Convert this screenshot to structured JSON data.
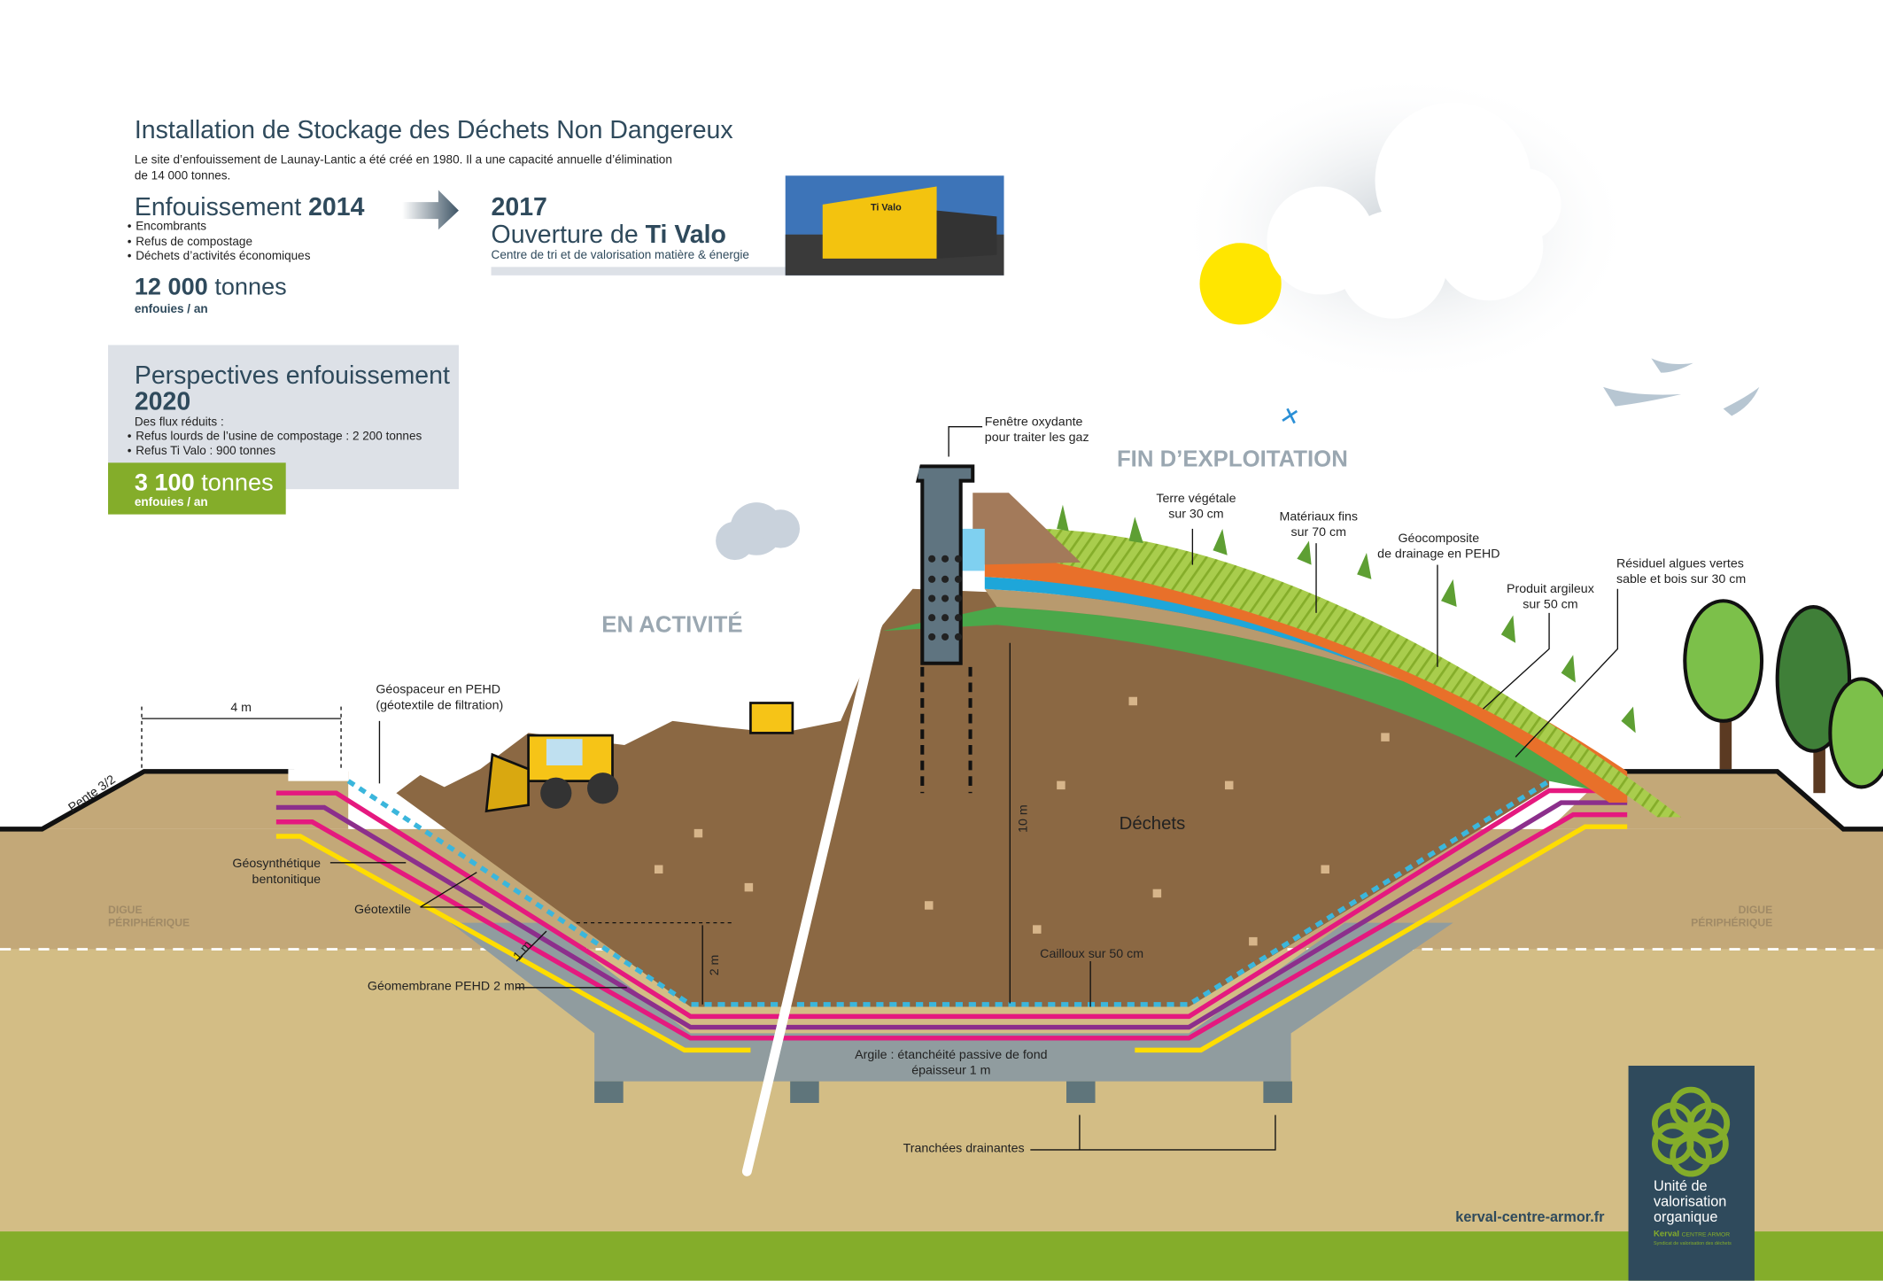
{
  "header": {
    "title": "Installation de Stockage des Déchets Non Dangereux",
    "intro_line1": "Le site d’enfouissement de Launay-Lantic a été créé en 1980. Il a une capacité annuelle d’élimination",
    "intro_line2": "de 14 000 tonnes."
  },
  "enfouissement_2014": {
    "title": "Enfouissement",
    "year": "2014",
    "items": [
      "Encombrants",
      "Refus de compostage",
      "Déchets d’activités économiques"
    ],
    "amount": "12 000",
    "unit": "tonnes",
    "sub": "enfouies / an"
  },
  "tivalo_2017": {
    "year": "2017",
    "title": "Ouverture de",
    "name": "Ti Valo",
    "subtitle": "Centre de tri et de valorisation matière & énergie",
    "photo_sign": "Ti Valo"
  },
  "perspectives_2020": {
    "title": "Perspectives enfouissement",
    "year": "2020",
    "intro": "Des flux réduits :",
    "items": [
      "Refus lourds de l’usine de compostage : 2 200 tonnes",
      "Refus Ti Valo : 900 tonnes"
    ],
    "amount": "3 100",
    "unit": "tonnes",
    "sub": "enfouies / an"
  },
  "zones": {
    "active": "EN ACTIVITÉ",
    "closed": "FIN D’EXPLOITATION"
  },
  "labels": {
    "width_4m": "4 m",
    "pente": "Pente 3/2",
    "geospaceur_1": "Géospaceur en PEHD",
    "geospaceur_2": "(géotextile de filtration)",
    "geosynth_1": "Géosynthétique",
    "geosynth_2": "bentonitique",
    "geotextile": "Géotextile",
    "geomembrane": "Géomembrane PEHD 2 mm",
    "one_m": "1 m",
    "two_m": "2 m",
    "ten_m": "10 m",
    "digue_left_1": "DIGUE",
    "digue_left_2": "PÉRIPHÉRIQUE",
    "digue_right_1": "DIGUE",
    "digue_right_2": "PÉRIPHÉRIQUE",
    "fenetre_1": "Fenêtre oxydante",
    "fenetre_2": "pour traiter les gaz",
    "terre_1": "Terre végétale",
    "terre_2": "sur 30 cm",
    "materiaux_1": "Matériaux fins",
    "materiaux_2": "sur 70 cm",
    "geocomposite_1": "Géocomposite",
    "geocomposite_2": "de drainage en PEHD",
    "argileux_1": "Produit argileux",
    "argileux_2": "sur 50 cm",
    "residuel_1": "Résiduel algues vertes",
    "residuel_2": "sable et bois sur 30 cm",
    "dechets": "Déchets",
    "cailloux": "Cailloux sur 50 cm",
    "argile_1": "Argile : étanchéité passive de fond",
    "argile_2": "épaisseur 1 m",
    "tranchees": "Tranchées drainantes"
  },
  "footer": {
    "url": "kerval-centre-armor.fr",
    "logo_line1": "Unité de",
    "logo_line2": "valorisation",
    "logo_line3": "organique",
    "logo_brand": "Kerval",
    "logo_brand2": "CENTRE ARMOR",
    "logo_tagline": "Syndicat de valorisation des déchets"
  },
  "colors": {
    "title": "#2f4a5c",
    "green": "#84ad2a",
    "waste": "#8b6843",
    "ground_top": "#c3a878",
    "ground_bottom": "#d3bd85",
    "clay": "#909c9f",
    "geomembrane": "#e5197f",
    "geosynthetic": "#8c2f8c",
    "geotextile_yellow": "#ffdd00",
    "geospacer": "#3bb6dc",
    "orange": "#e8702a",
    "logo_bg": "#2f4a5c"
  }
}
